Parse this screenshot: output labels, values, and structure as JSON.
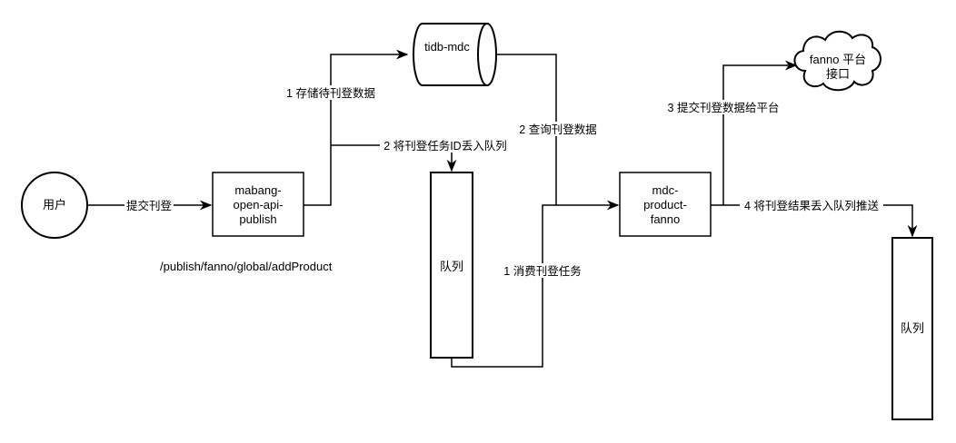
{
  "nodes": {
    "user": "用户",
    "api_line1": "mabang-",
    "api_line2": "open-api-",
    "api_line3": "publish",
    "db": "tidb-mdc",
    "queue1": "队列",
    "mdc_line1": "mdc-",
    "mdc_line2": "product-",
    "mdc_line3": "fanno",
    "cloud_line1": "fanno 平台",
    "cloud_line2": "接口",
    "queue2": "队列"
  },
  "edges": {
    "submit": "提交刊登",
    "store": "1 存储待刊登数据",
    "enqueue_id": "2 将刊登任务ID丢入队列",
    "query": "2 查询刊登数据",
    "consume": "1 消费刊登任务",
    "submit_platform": "3 提交刊登数据给平台",
    "push_result": "4 将刊登结果丢入队列推送"
  },
  "annotations": {
    "endpoint": "/publish/fanno/global/addProduct"
  },
  "colors": {
    "stroke": "#000000",
    "background": "#ffffff"
  }
}
